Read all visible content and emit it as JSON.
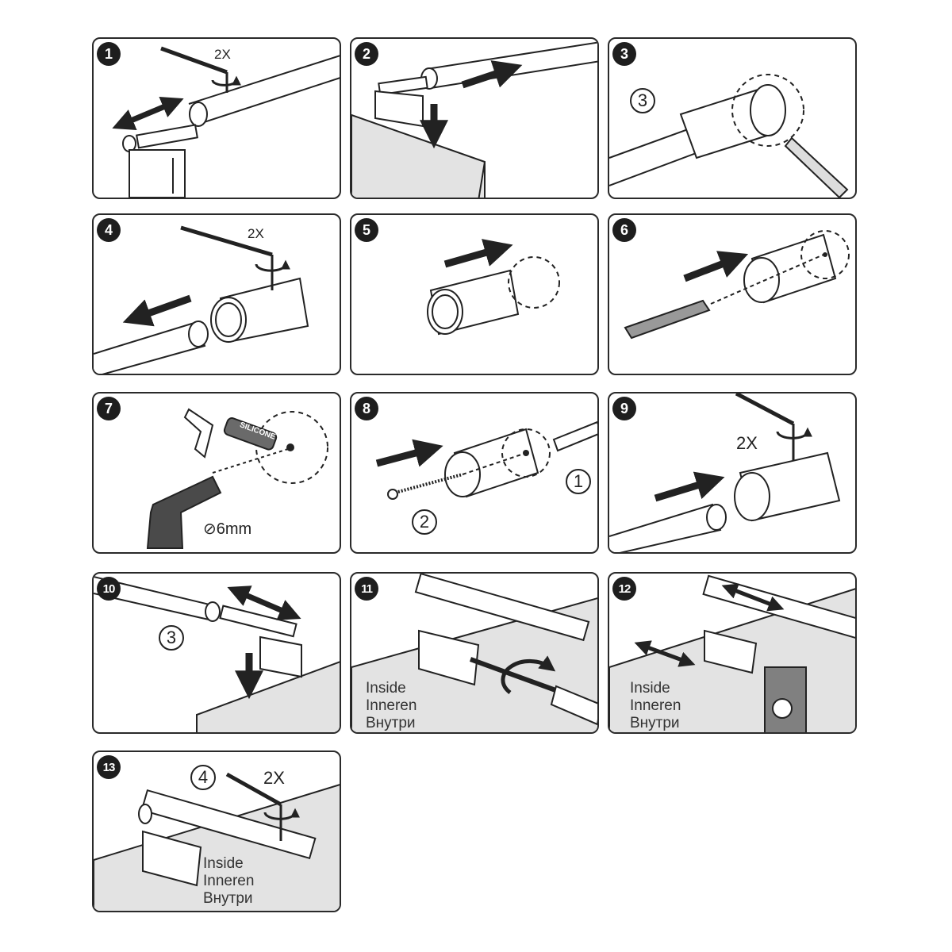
{
  "steps": [
    {
      "number": "1",
      "text": "2X"
    },
    {
      "number": "2"
    },
    {
      "number": "3",
      "circled": "3"
    },
    {
      "number": "4",
      "text": "2X"
    },
    {
      "number": "5"
    },
    {
      "number": "6"
    },
    {
      "number": "7",
      "silicone": "SILICONE",
      "drill": "⊘6mm"
    },
    {
      "number": "8",
      "circled_a": "1",
      "circled_b": "2"
    },
    {
      "number": "9",
      "text": "2X"
    },
    {
      "number": "10",
      "circled": "3"
    },
    {
      "number": "11",
      "labels": [
        "Inside",
        "Inneren",
        "Внутри"
      ]
    },
    {
      "number": "12",
      "labels": [
        "Inside",
        "Inneren",
        "Внутри"
      ]
    },
    {
      "number": "13",
      "circled": "4",
      "text": "2X",
      "labels": [
        "Inside",
        "Inneren",
        "Внутри"
      ]
    }
  ],
  "colors": {
    "outline": "#2a2a2a",
    "badge": "#1e1e1e",
    "glass": "#e3e3e3",
    "arrow": "#222222"
  }
}
